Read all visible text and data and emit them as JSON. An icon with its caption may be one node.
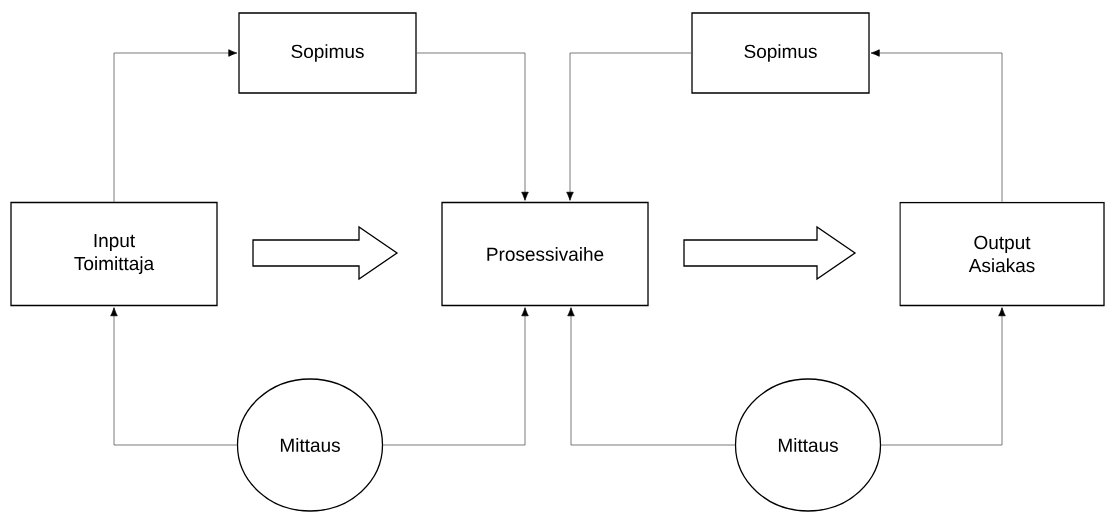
{
  "diagram": {
    "nodes": [
      {
        "text": [
          "Sopimus"
        ]
      },
      {
        "text": [
          "Sopimus"
        ]
      },
      {
        "text": [
          "Input Toimittaja"
        ]
      },
      {
        "text": [
          "Prosessivaihe"
        ]
      },
      {
        "text": [
          "Output Asiakas"
        ]
      },
      {
        "text": [
          "Mittaus"
        ]
      },
      {
        "text": [
          "Mittaus"
        ]
      }
    ],
    "edges": [
      {
        "from": 2,
        "to": 0,
        "arrow": "to"
      },
      {
        "from": 0,
        "to": 3,
        "arrow": "to"
      },
      {
        "from": 1,
        "to": 3,
        "arrow": "to"
      },
      {
        "from": 4,
        "to": 1,
        "arrow": "to"
      },
      {
        "from": 5,
        "to": 2,
        "arrow": "to"
      },
      {
        "from": 5,
        "to": 3,
        "arrow": "to"
      },
      {
        "from": 6,
        "to": 3,
        "arrow": "to"
      },
      {
        "from": 6,
        "to": 4,
        "arrow": "to"
      },
      {
        "from": 2,
        "to": 3,
        "arrow": "to"
      },
      {
        "from": 3,
        "to": 4,
        "arrow": "to"
      }
    ]
  }
}
